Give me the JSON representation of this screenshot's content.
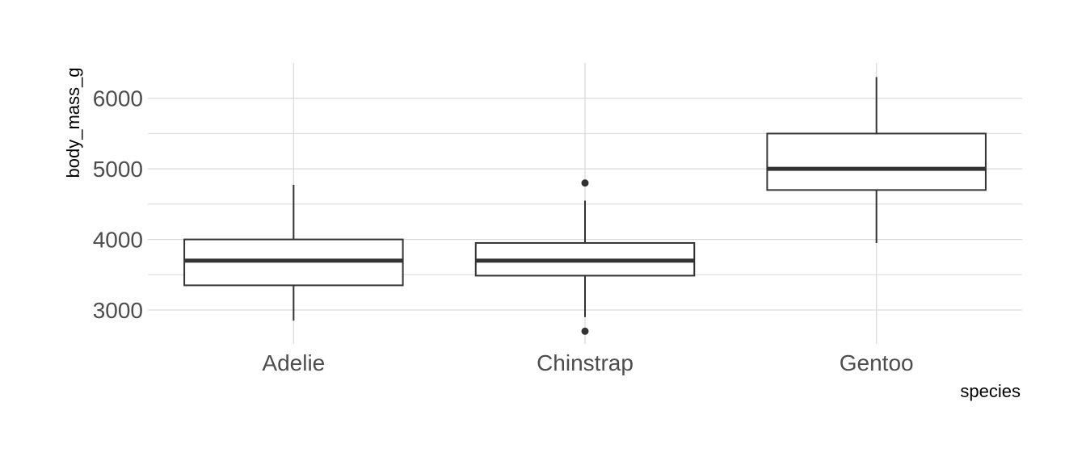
{
  "chart_data": {
    "type": "boxplot",
    "title": "",
    "xlabel": "species",
    "ylabel": "body_mass_g",
    "ylim": [
      2520,
      6500
    ],
    "yticks": [
      3000,
      4000,
      5000,
      6000
    ],
    "y_minor_ticks": [
      3500,
      4500,
      5500
    ],
    "grid": true,
    "legend": "none",
    "colors": {
      "box_stroke": "#333333",
      "grid": "#d9d9d9",
      "tick_label": "#4d4d4d",
      "axis_title": "#000000"
    },
    "categories": [
      "Adelie",
      "Chinstrap",
      "Gentoo"
    ],
    "boxes": [
      {
        "category": "Adelie",
        "whisker_low": 2850,
        "q1": 3350,
        "median": 3700,
        "q3": 4000,
        "whisker_high": 4775,
        "outliers": []
      },
      {
        "category": "Chinstrap",
        "whisker_low": 2900,
        "q1": 3487,
        "median": 3700,
        "q3": 3950,
        "whisker_high": 4550,
        "outliers": [
          2700,
          4800
        ]
      },
      {
        "category": "Gentoo",
        "whisker_low": 3950,
        "q1": 4700,
        "median": 5000,
        "q3": 5500,
        "whisker_high": 6300,
        "outliers": []
      }
    ]
  }
}
